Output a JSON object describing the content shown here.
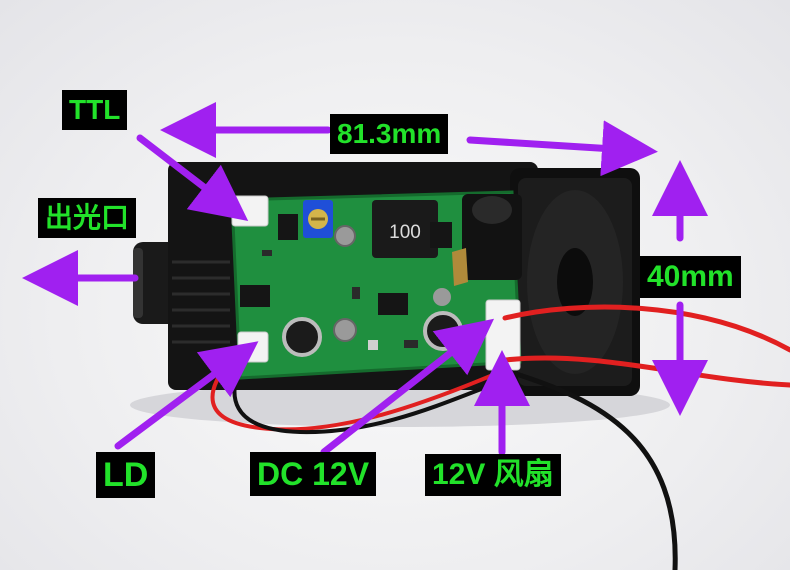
{
  "labels": {
    "ttl": "TTL",
    "output": "出光口",
    "length": "81.3mm",
    "height": "40mm",
    "ld": "LD",
    "dc": "DC 12V",
    "fan": "12V  风扇"
  },
  "board": {
    "inductor_code": "100"
  },
  "colors": {
    "label_bg": "#000000",
    "label_text": "#22e22a",
    "arrow": "#a020f0",
    "pcb": "#1f8f3f"
  }
}
